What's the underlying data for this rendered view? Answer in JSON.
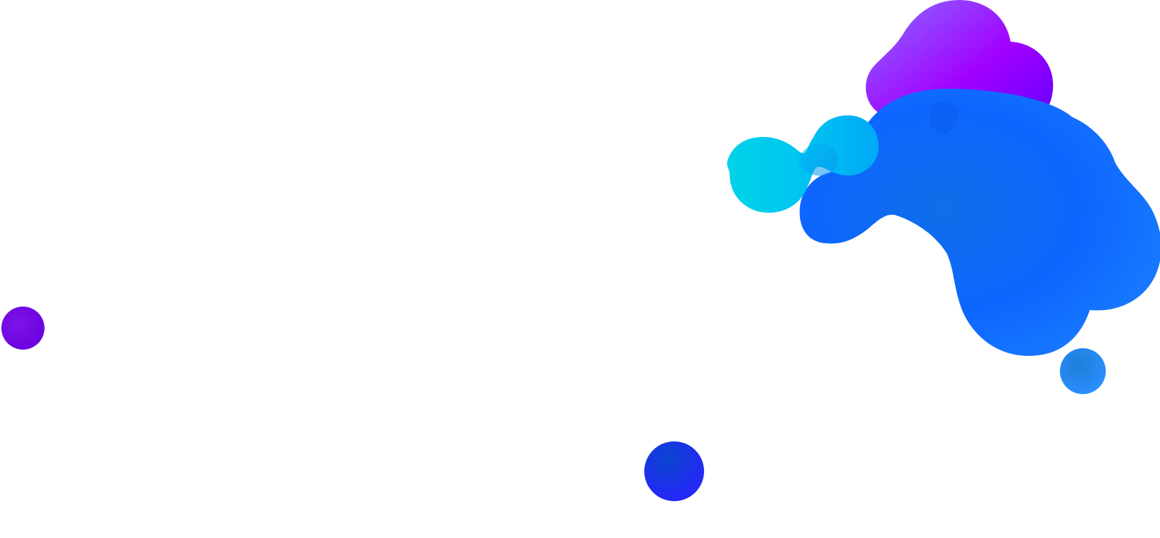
{
  "scene": {
    "background": "#ffffff",
    "blobs": [
      {
        "name": "purple-top-blob",
        "colors": [
          "#7a5cff",
          "#a100ff",
          "#5b00ff"
        ]
      },
      {
        "name": "large-blue-blob",
        "colors": [
          "#1378ff",
          "#0a5ef0",
          "#1f7dff"
        ]
      },
      {
        "name": "cyan-left-blob",
        "colors": [
          "#00d9f2",
          "#00b8e6",
          "#0aa6e8"
        ]
      },
      {
        "name": "blue-right-bubble",
        "colors": [
          "#2a8cff",
          "#1b73d8"
        ]
      },
      {
        "name": "violet-left-dot",
        "colors": [
          "#7a12e6",
          "#6200d9"
        ]
      },
      {
        "name": "blue-bottom-dot",
        "colors": [
          "#0b44d7",
          "#2323ff"
        ]
      }
    ]
  }
}
